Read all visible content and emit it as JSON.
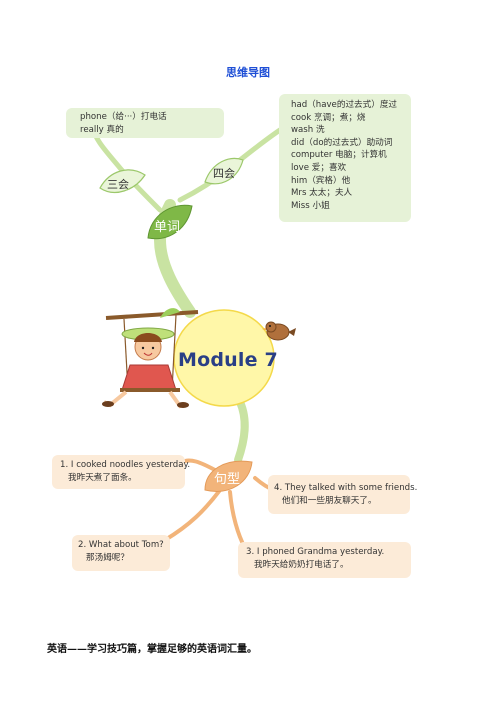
{
  "title": "思维导图",
  "central": {
    "label": "Module 7"
  },
  "branches": {
    "vocab": {
      "label": "单词"
    },
    "sanhui": {
      "label": "三会"
    },
    "sihui": {
      "label": "四会"
    },
    "sentence": {
      "label": "句型"
    }
  },
  "notes": {
    "sanhui_words": [
      "phone（给···）打电话",
      "really 真的"
    ],
    "sihui_words": [
      "had（have的过去式）度过",
      "cook 烹调；煮；烧",
      "wash 洗",
      "did（do的过去式）助动词",
      "computer 电脑；计算机",
      "love 爱；喜欢",
      "him（宾格）他",
      "Mrs 太太；夫人",
      "Miss 小姐"
    ],
    "sentences": [
      {
        "en": "1. I cooked noodles yesterday.",
        "zh": "我昨天煮了面条。"
      },
      {
        "en": "4. They talked with some friends.",
        "zh": "他们和一些朋友聊天了。"
      },
      {
        "en": "2. What about Tom?",
        "zh": "那汤姆呢？"
      },
      {
        "en": "3. I phoned Grandma yesterday.",
        "zh": "我昨天给奶奶打电话了。"
      }
    ]
  },
  "footer": "英语——学习技巧篇，掌握足够的英语词汇量。",
  "colors": {
    "title": "#1f4fd6",
    "branch_green": "#c9e3a2",
    "branch_dark_green": "#7fb847",
    "sentence_orange": "#f2b47a",
    "module_yellow": "#fff7a8",
    "module_text": "#2a3f86"
  }
}
